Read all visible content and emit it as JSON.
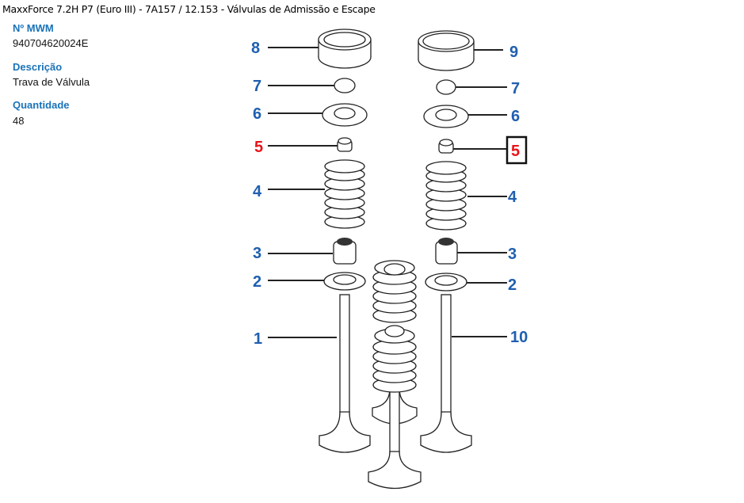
{
  "header": {
    "title": "MaxxForce 7.2H P7 (Euro III) - 7A157  /  12.153 - Válvulas de Admissão e Escape"
  },
  "details": {
    "part_number_label": "Nº MWM",
    "part_number": "940704620024E",
    "description_label": "Descrição",
    "description": "Trava de Válvula",
    "quantity_label": "Quantidade",
    "quantity": "48"
  },
  "diagram": {
    "callouts_left": [
      "8",
      "7",
      "6",
      "5",
      "4",
      "3",
      "2",
      "1"
    ],
    "callouts_right": [
      "9",
      "7",
      "6",
      "5",
      "4",
      "3",
      "2",
      "10"
    ],
    "highlight_color": "#e8141b",
    "callout_color": "#1f5fb0"
  }
}
